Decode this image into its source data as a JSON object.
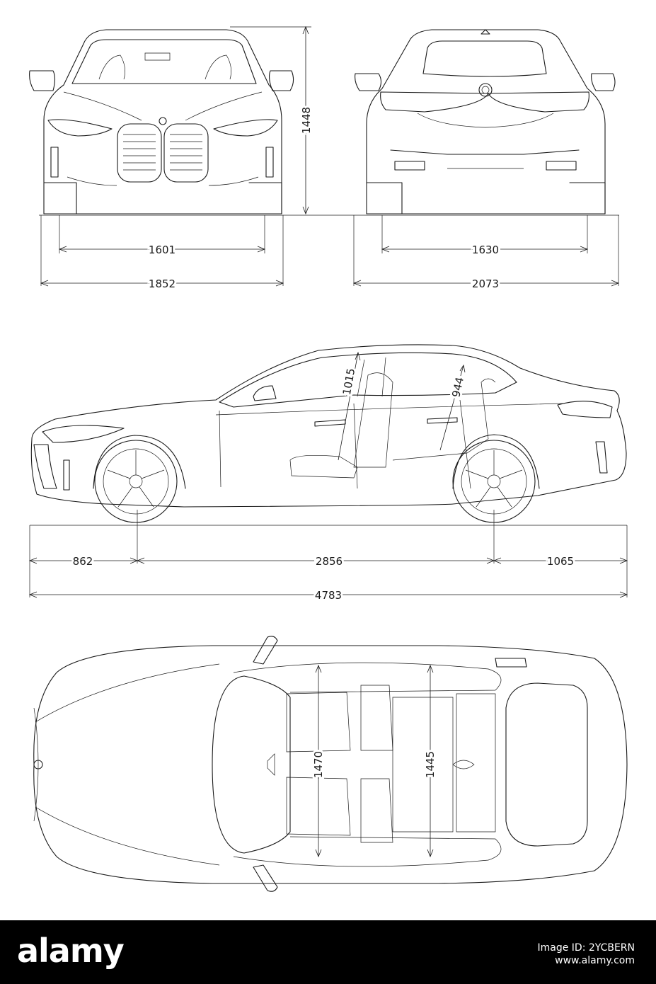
{
  "dimensions": {
    "height": "1448",
    "front_track": "1601",
    "width_body": "1852",
    "rear_track": "1630",
    "width_mirrors": "2073",
    "front_overhang": "862",
    "wheelbase": "2856",
    "rear_overhang": "1065",
    "length": "4783",
    "front_headroom": "1015",
    "rear_headroom": "944",
    "front_shoulder": "1470",
    "rear_shoulder": "1445"
  },
  "footer": {
    "brand": "alamy",
    "image_id_line1": "Image ID: 2YCBERN",
    "image_id_line2": "www.alamy.com"
  },
  "colors": {
    "line": "#1a1a1a",
    "background": "#ffffff",
    "footer": "#000000"
  }
}
